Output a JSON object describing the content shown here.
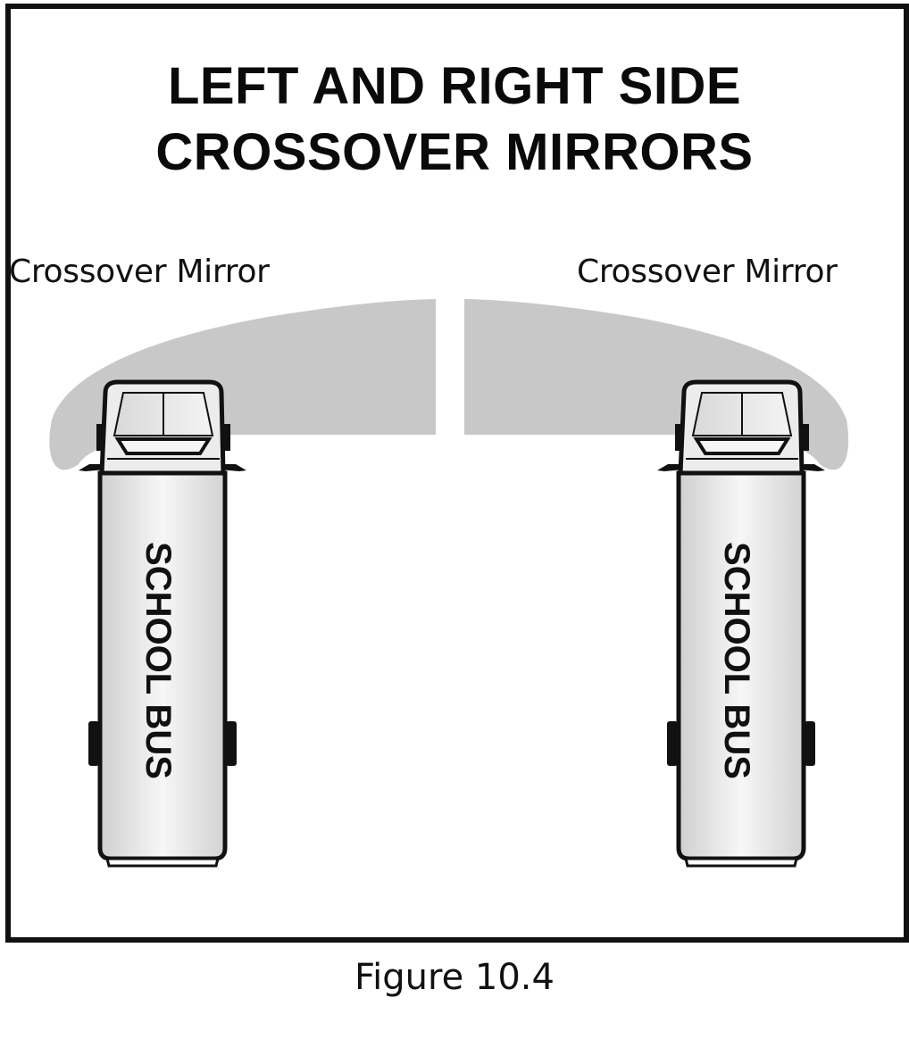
{
  "figure": {
    "title_line1": "LEFT AND RIGHT SIDE",
    "title_line2": "CROSSOVER MIRRORS",
    "left_label": "Crossover Mirror",
    "right_label": "Crossover Mirror",
    "left_bus_text": "SCHOOL BUS",
    "right_bus_text": "SCHOOL BUS",
    "caption": "Figure 10.4"
  },
  "colors": {
    "frame": "#111111",
    "mirror_zone": "#c8c8c8",
    "bus_body": "#e6e6e6",
    "outline": "#111111"
  }
}
